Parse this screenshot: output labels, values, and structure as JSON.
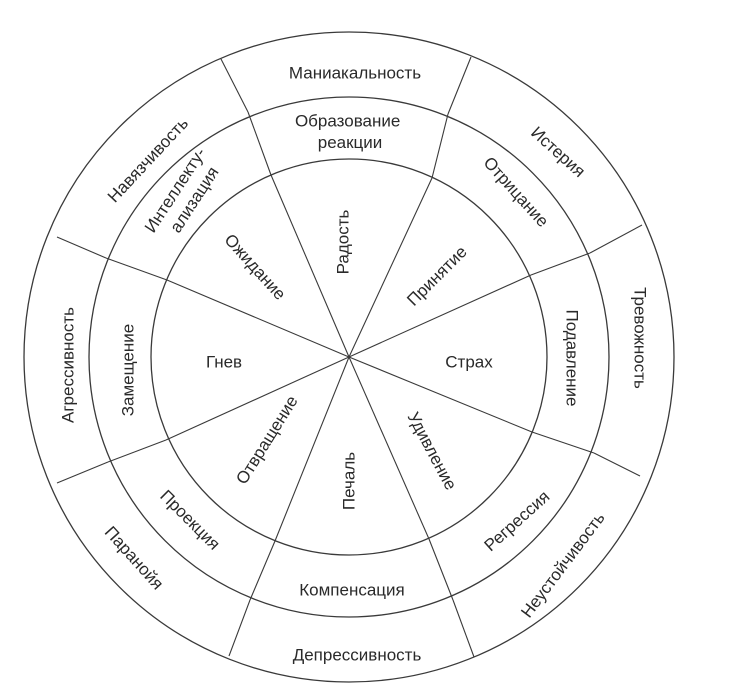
{
  "diagram": {
    "inner_emotions": [
      {
        "id": "joy",
        "text": "Радость"
      },
      {
        "id": "acceptance",
        "text": "Принятие"
      },
      {
        "id": "fear",
        "text": "Страх"
      },
      {
        "id": "surprise",
        "text": "Удивление"
      },
      {
        "id": "sadness",
        "text": "Печаль"
      },
      {
        "id": "disgust",
        "text": "Отвращение"
      },
      {
        "id": "anger",
        "text": "Гнев"
      },
      {
        "id": "anticipation",
        "text": "Ожидание"
      }
    ],
    "middle_defenses": [
      {
        "id": "reaction-formation",
        "lines": [
          "Образование",
          "реакции"
        ]
      },
      {
        "id": "denial",
        "lines": [
          "Отрицание"
        ]
      },
      {
        "id": "repression",
        "lines": [
          "Подавление"
        ]
      },
      {
        "id": "regression",
        "lines": [
          "Регрессия"
        ]
      },
      {
        "id": "compensation",
        "lines": [
          "Компенсация"
        ]
      },
      {
        "id": "projection",
        "lines": [
          "Проекция"
        ]
      },
      {
        "id": "displacement",
        "lines": [
          "Замещение"
        ]
      },
      {
        "id": "intellectualization",
        "lines": [
          "Интеллекту-",
          "ализация"
        ]
      }
    ],
    "outer_traits": [
      {
        "id": "maniac",
        "text": "Маниакальность"
      },
      {
        "id": "hysteria",
        "text": "Истерия"
      },
      {
        "id": "anxiety",
        "text": "Тревожность"
      },
      {
        "id": "instability",
        "text": "Неустойчивость"
      },
      {
        "id": "depressiveness",
        "text": "Депрессивность"
      },
      {
        "id": "paranoia",
        "text": "Паранойя"
      },
      {
        "id": "aggressiveness",
        "text": "Агрессивность"
      },
      {
        "id": "obsessiveness",
        "text": "Навязчивость"
      }
    ]
  }
}
